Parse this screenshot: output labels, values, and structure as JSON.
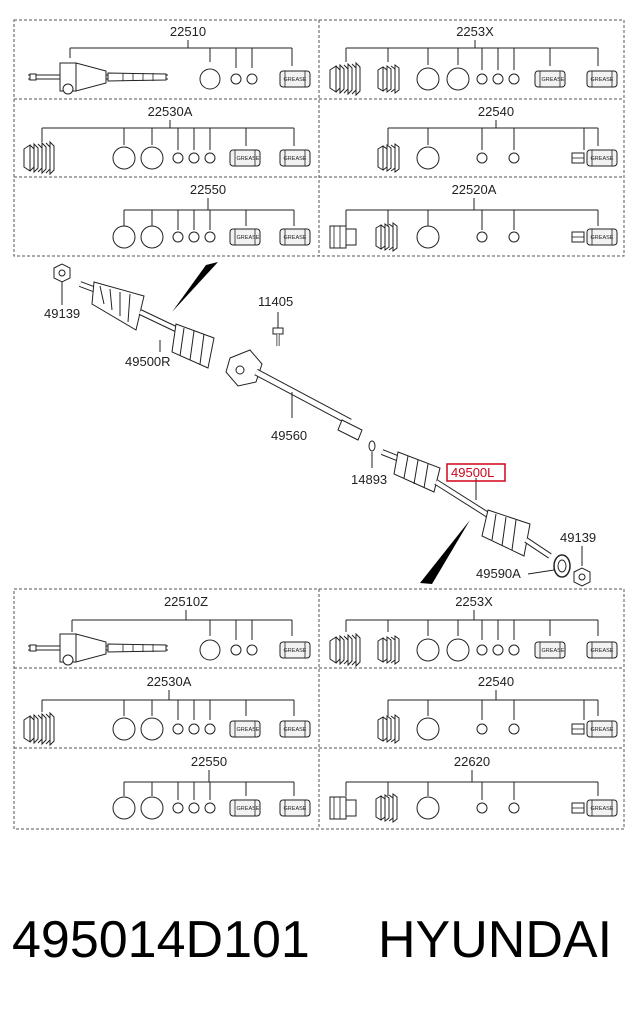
{
  "diagram": {
    "top_panels": [
      {
        "code": "22510"
      },
      {
        "code": "2253X"
      },
      {
        "code": "22530A"
      },
      {
        "code": "22540"
      },
      {
        "code": "22550"
      },
      {
        "code": "22520A"
      }
    ],
    "bottom_panels": [
      {
        "code": "22510Z"
      },
      {
        "code": "2253X"
      },
      {
        "code": "22530A"
      },
      {
        "code": "22540"
      },
      {
        "code": "22550"
      },
      {
        "code": "22620"
      }
    ],
    "grease_label": "GREASE",
    "callouts": {
      "nut_upper": "49139",
      "right_shaft": "49500R",
      "bolt": "11405",
      "intermediate_shaft": "49560",
      "snap_ring": "14893",
      "left_shaft": "49500L",
      "nut_lower": "49139",
      "tone_ring": "49590A"
    },
    "highlight_color": "#d0021b"
  },
  "footer": {
    "part_number": "495014D101",
    "brand": "HYUNDAI"
  }
}
